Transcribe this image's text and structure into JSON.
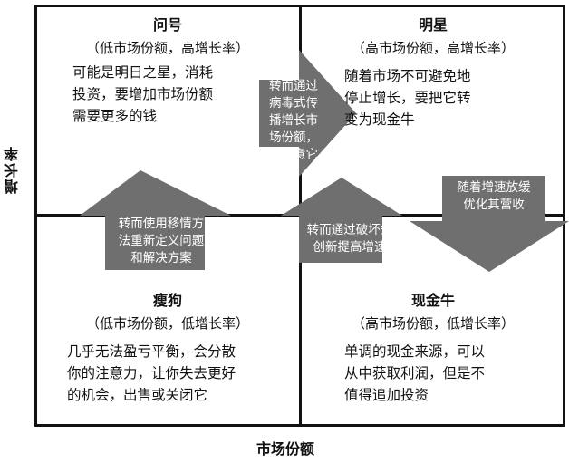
{
  "axes": {
    "y_label": "增长率",
    "x_label": "市场份额"
  },
  "quadrants": {
    "question_mark": {
      "title": "问号",
      "subtitle": "（低市场份额，高增长率）",
      "lines": [
        "可能是明日之星，消耗",
        "投资，要增加市场份额",
        "需要更多的钱"
      ]
    },
    "star": {
      "title": "明星",
      "subtitle": "（高市场份额，高增长率）",
      "lines": [
        "随着市场不可避免地",
        "停止增长，要把它转",
        "变为现金牛"
      ]
    },
    "dog": {
      "title": "瘦狗",
      "subtitle": "（低市场份额，低增长率）",
      "lines": [
        "几乎无法盈亏平衡，会分散",
        "你的注意力，让你失去更好",
        "的机会，出售或关闭它"
      ]
    },
    "cash_cow": {
      "title": "现金牛",
      "subtitle": "（高市场份额，低增长率）",
      "lines": [
        "单调的现金来源，可以",
        "从中获取利润，但是不",
        "值得追加投资"
      ]
    }
  },
  "arrows": {
    "to_star": [
      "转而通过",
      "病毒式传",
      "播增长市",
      "场份额，",
      "多留意它"
    ],
    "to_question_mark": [
      "转而使用移情方",
      "法重新定义问题",
      "和解决方案"
    ],
    "to_star_disruptive": [
      "转而通过破坏式",
      "创新提高增速"
    ],
    "to_cash_cow": [
      "随着增速放缓",
      "优化其营收"
    ]
  },
  "colors": {
    "arrow_fill": "#6f6f6f",
    "line": "#111111",
    "background": "#ffffff"
  }
}
